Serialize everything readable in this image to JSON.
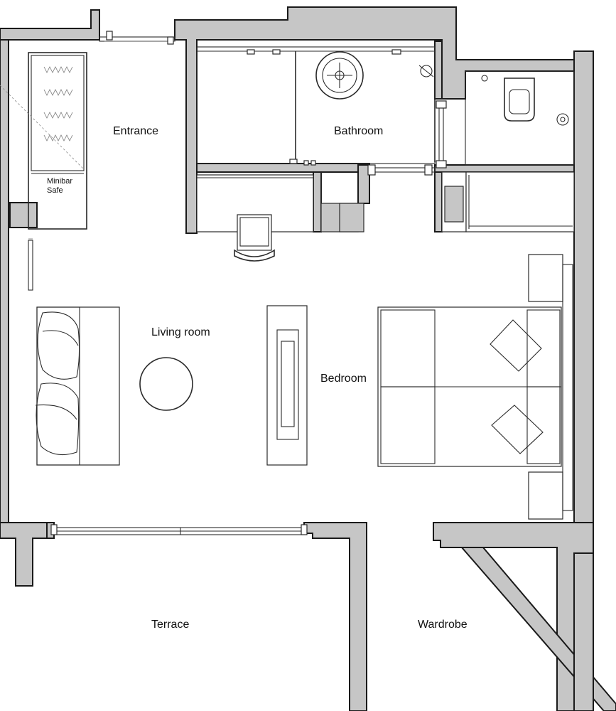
{
  "rooms": {
    "entrance": "Entrance",
    "bathroom": "Bathroom",
    "living_room": "Living room",
    "bedroom": "Bedroom",
    "terrace": "Terrace",
    "wardrobe": "Wardrobe"
  },
  "fixtures": {
    "minibar": "Minibar",
    "safe": "Safe"
  }
}
